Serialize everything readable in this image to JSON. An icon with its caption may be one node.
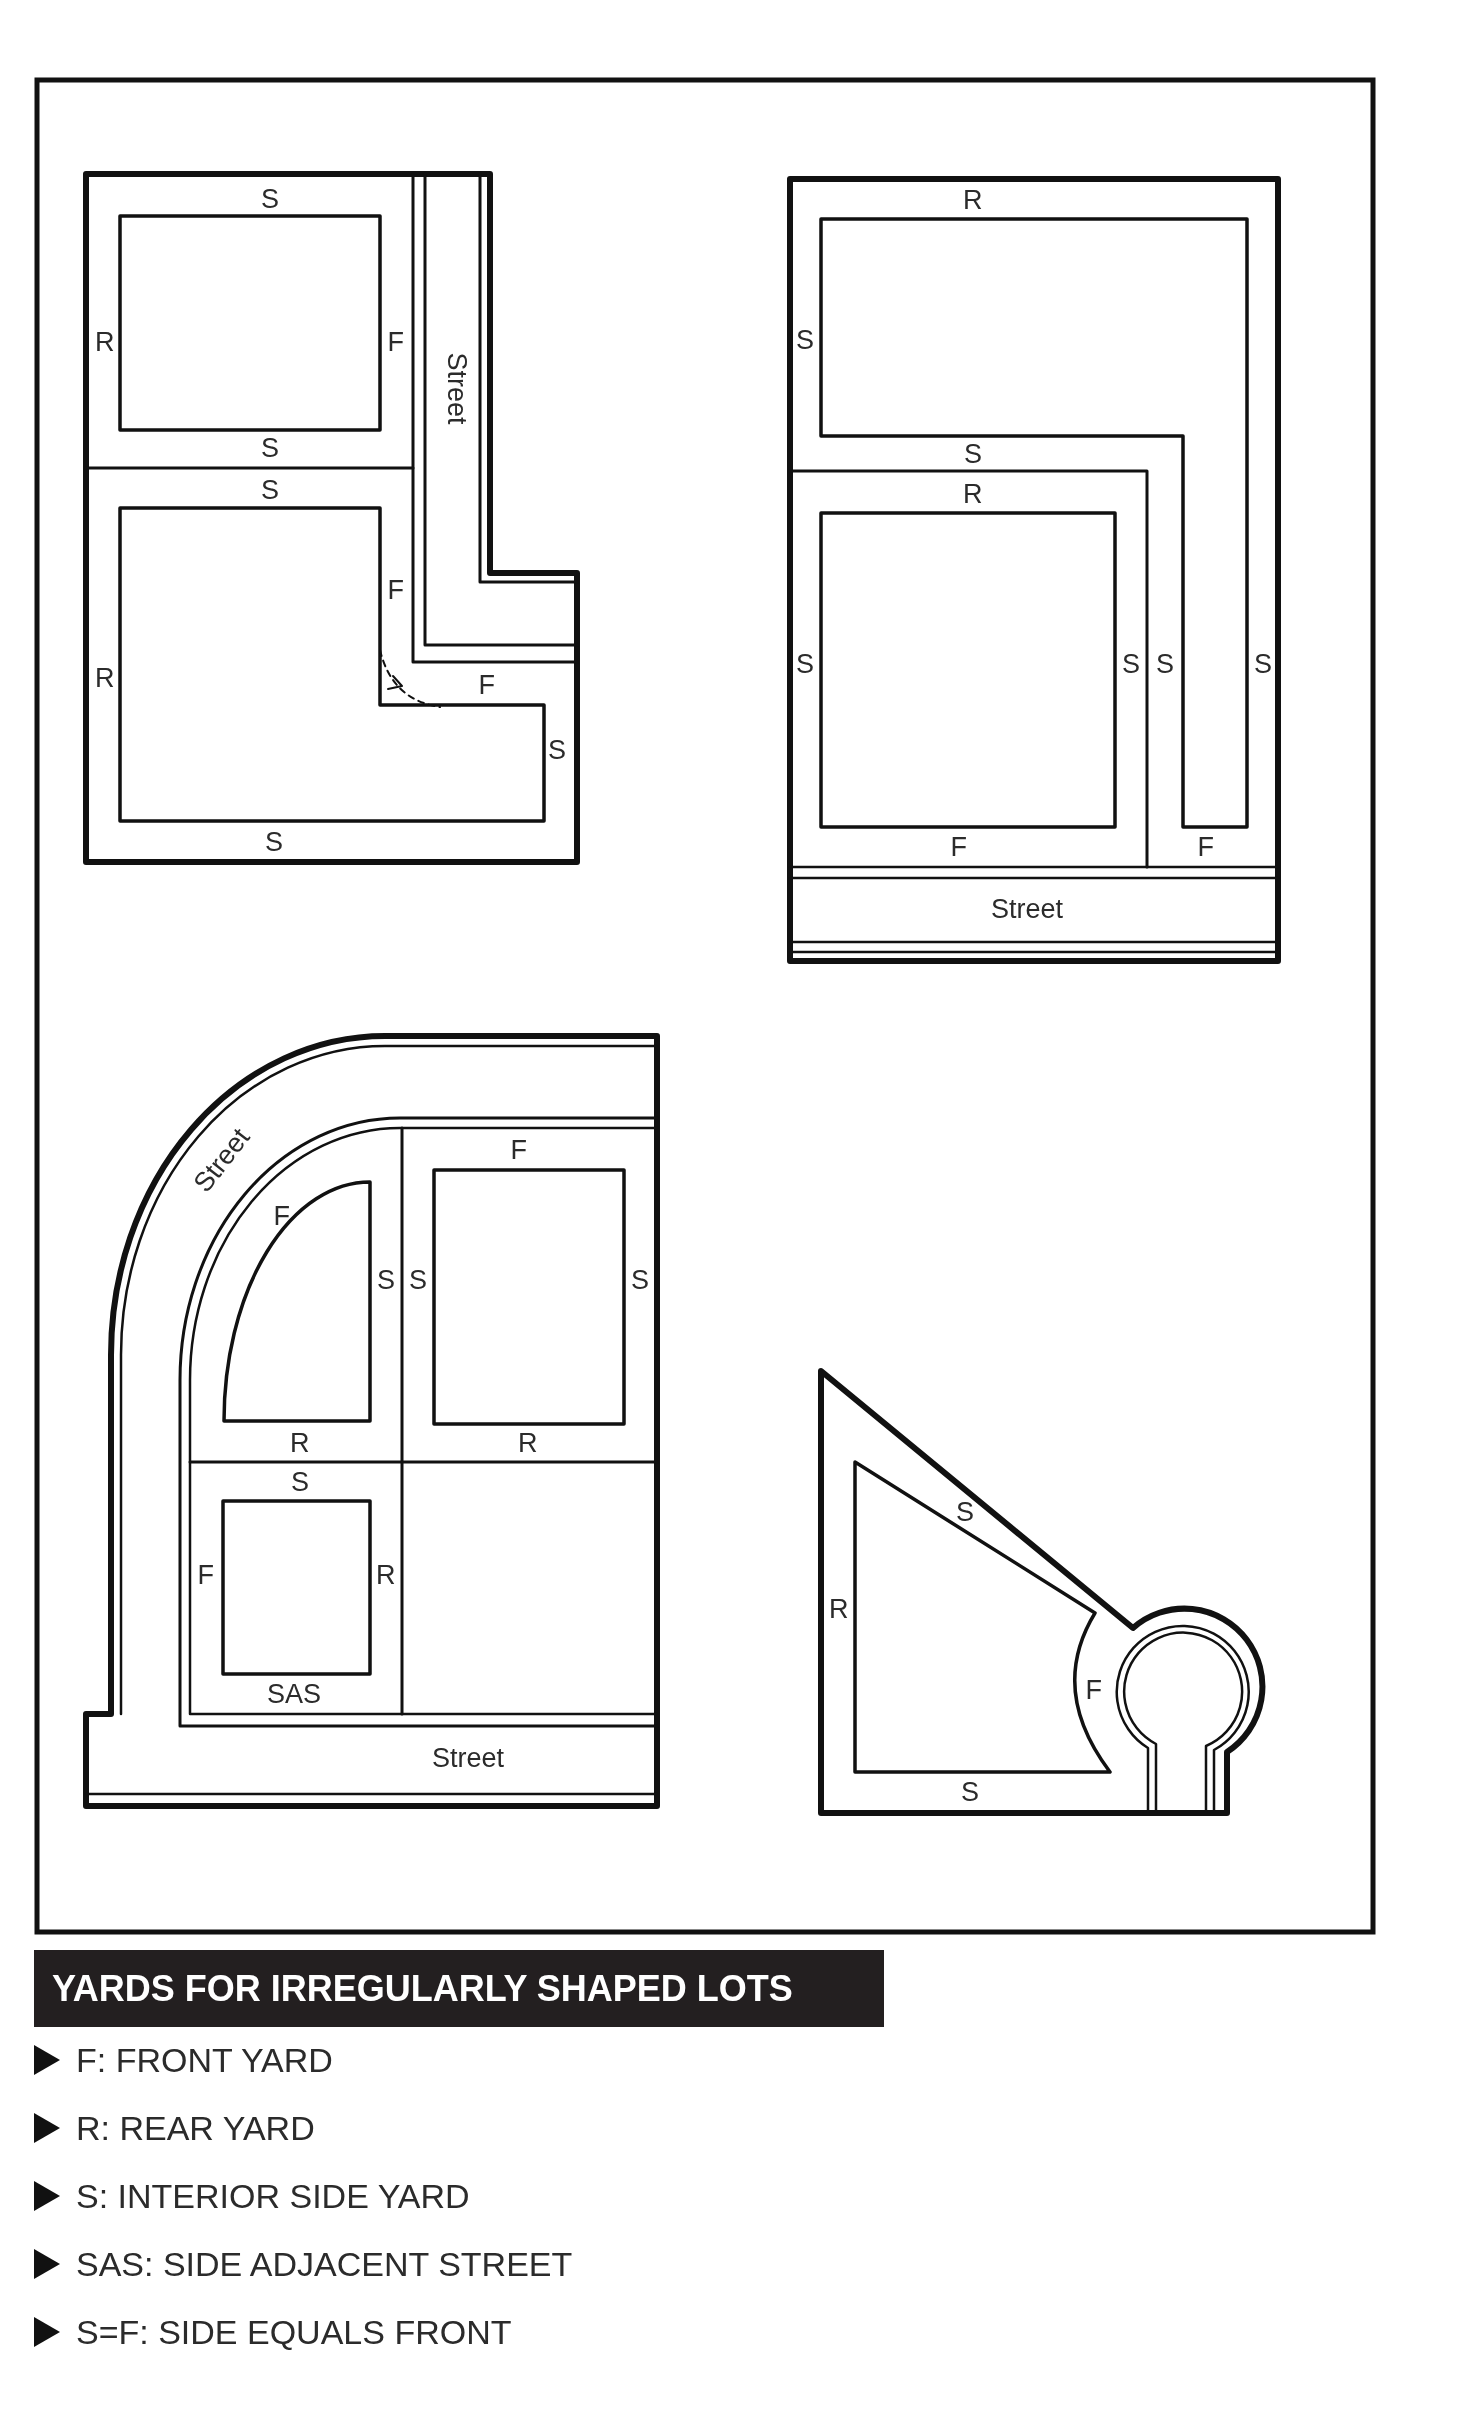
{
  "diagram": {
    "title": "YARDS FOR IRREGULARLY SHAPED LOTS",
    "labels": [
      "S",
      "R",
      "F",
      "Street",
      "S",
      "S",
      "F",
      "R",
      "F",
      "S",
      "S",
      "R",
      "S",
      "S",
      "R",
      "S",
      "S",
      "S",
      "S",
      "F",
      "F",
      "Street",
      "Street",
      "F",
      "F",
      "S",
      "S",
      "S",
      "R",
      "R",
      "S",
      "F",
      "R",
      "SAS",
      "Street",
      "S",
      "R",
      "F",
      "S"
    ],
    "legend": [
      {
        "text": "F: FRONT YARD"
      },
      {
        "text": "R: REAR YARD"
      },
      {
        "text": "S: INTERIOR SIDE YARD"
      },
      {
        "text": "SAS: SIDE ADJACENT STREET"
      },
      {
        "text": "S=F: SIDE EQUALS FRONT"
      }
    ]
  }
}
